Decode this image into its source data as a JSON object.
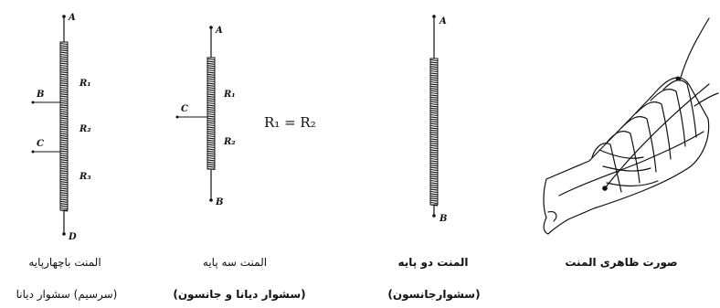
{
  "diagrams": {
    "four_terminal": {
      "terminals": [
        "A",
        "B",
        "C",
        "D"
      ],
      "sections": [
        "R₁",
        "R₂",
        "R₃"
      ],
      "caption": "المنت باچهارپایه",
      "subcaption": "(سرسیم) سشوار دیانا"
    },
    "three_terminal": {
      "terminals": [
        "A",
        "C",
        "B"
      ],
      "sections": [
        "R₁",
        "R₂"
      ],
      "equation": "R₁ = R₂",
      "caption": "المنت سه پایه",
      "subcaption": "(سشوار دیانا و جانسون)"
    },
    "two_terminal": {
      "terminals": [
        "A",
        "B"
      ],
      "caption": "المنت دو پایه",
      "subcaption": "(سشوارجانسون)"
    },
    "appearance": {
      "caption": "صورت ظاهری المنت"
    }
  }
}
